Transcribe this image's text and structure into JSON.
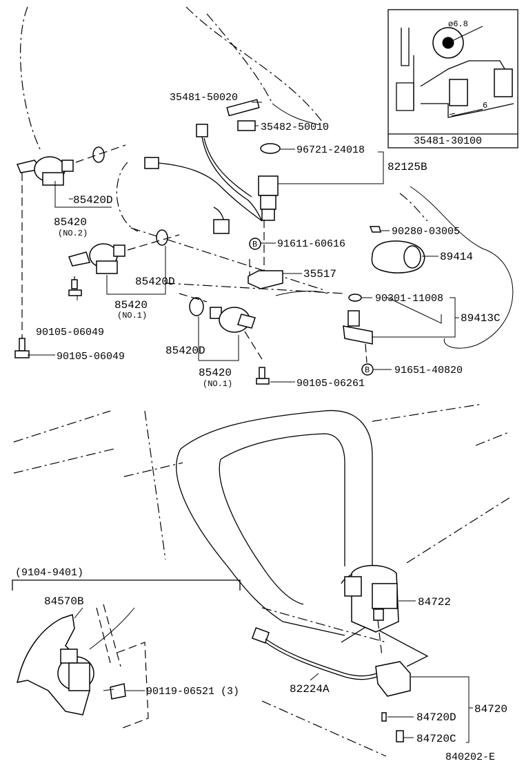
{
  "diagram": {
    "drawing_id": "840202-E",
    "inset": {
      "callout_diameter": "ø6.8",
      "dimension": "6",
      "part_number": "35481-30100"
    },
    "labels": {
      "p35481_50020": "35481-50020",
      "p35482_50010": "35482-50010",
      "p96721_24018": "96721-24018",
      "p82125B": "82125B",
      "p85420D_a": "85420D",
      "p85420_no2": "85420",
      "p85420_no2_sub": "(NO.2)",
      "p85420D_b": "85420D",
      "p85420_no1a": "85420",
      "p85420_no1a_sub": "(NO.1)",
      "p90105_06049_a": "90105-06049",
      "p90105_06049_b": "90105-06049",
      "p85420D_c": "85420D",
      "p85420_no1b": "85420",
      "p85420_no1b_sub": "(NO.1)",
      "p90105_06261": "90105-06261",
      "p91611_60616": "91611-60616",
      "p35517": "35517",
      "p90280_03005": "90280-03005",
      "p89414": "89414",
      "p90301_11008": "90301-11008",
      "p89413C": "89413C",
      "p91651_40820": "91651-40820",
      "bolt_mark_a": "B",
      "bolt_mark_b": "B",
      "date_range": "(9104-9401)",
      "p84570B": "84570B",
      "p90119_06521": "90119-06521 (3)",
      "p84722": "84722",
      "p82224A": "82224A",
      "p84720": "84720",
      "p84720D": "84720D",
      "p84720C": "84720C"
    }
  }
}
